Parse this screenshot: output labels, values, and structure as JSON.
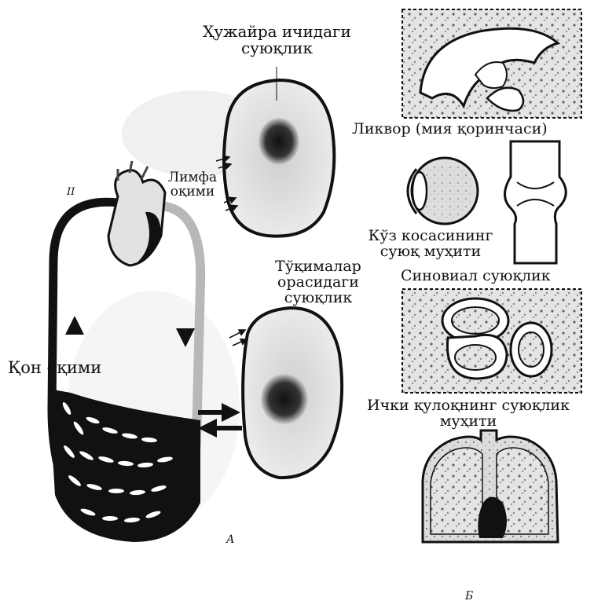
{
  "labels": {
    "intracellular_line1": "Ҳужайра ичидаги",
    "intracellular_line2": "суюқлик",
    "lymph_line1": "Лимфа",
    "lymph_line2": "оқими",
    "interstitial_line1": "Тўқималар",
    "interstitial_line2": "орасидаги",
    "interstitial_line3": "суюқлик",
    "blood_flow": "Қон оқими",
    "liquor": "Ликвор (мия қоринчаси)",
    "eye_line1": "Кўз косасининг",
    "eye_line2": "суюқ муҳити",
    "synovial": "Синовиал суюқлик",
    "inner_ear_line1": "Ички қулоқнинг суюқлик",
    "inner_ear_line2": "муҳити",
    "roman_two": "II",
    "panel_a": "А",
    "panel_b": "Б"
  },
  "colors": {
    "ink": "#111111",
    "gray": "#9a9a9a",
    "light": "#d0d0d0"
  }
}
